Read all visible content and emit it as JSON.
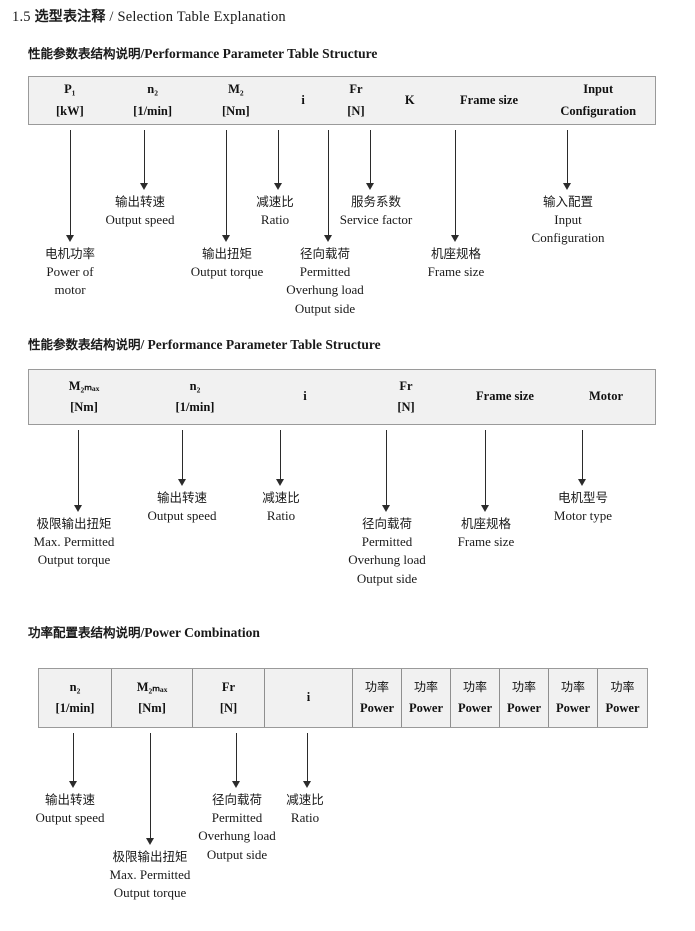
{
  "title": {
    "number": "1.5",
    "cn": "选型表注释",
    "sep": "/",
    "en": "Selection Table Explanation"
  },
  "sections": [
    {
      "heading_cn": "性能参数表结构说明",
      "heading_sep": "/",
      "heading_en": "Performance Parameter Table Structure",
      "table": {
        "columns": [
          {
            "line1": "P₁",
            "line2": "[kW]"
          },
          {
            "line1": "n₂",
            "line2": "[1/min]"
          },
          {
            "line1": "M₂",
            "line2": "[Nm]"
          },
          {
            "line1": "i",
            "line2": ""
          },
          {
            "line1": "Fr",
            "line2": "[N]"
          },
          {
            "line1": "K",
            "line2": ""
          },
          {
            "line1": "Frame size",
            "line2": ""
          },
          {
            "line1": "Input",
            "line2": "Configuration"
          }
        ]
      },
      "callouts": [
        {
          "cn": "电机功率",
          "en": [
            "Power of",
            "motor"
          ]
        },
        {
          "cn": "输出转速",
          "en": [
            "Output speed"
          ]
        },
        {
          "cn": "输出扭矩",
          "en": [
            "Output torque"
          ]
        },
        {
          "cn": "减速比",
          "en": [
            "Ratio"
          ]
        },
        {
          "cn": "径向载荷",
          "en": [
            "Permitted",
            "Overhung load",
            "Output side"
          ]
        },
        {
          "cn": "服务系数",
          "en": [
            "Service factor"
          ]
        },
        {
          "cn": "机座规格",
          "en": [
            "Frame size"
          ]
        },
        {
          "cn": "输入配置",
          "en": [
            "Input",
            "Configuration"
          ]
        }
      ]
    },
    {
      "heading_cn": "性能参数表结构说明",
      "heading_sep": "/",
      "heading_en": "Performance Parameter Table Structure",
      "table": {
        "columns": [
          {
            "line1": "M₂ₘₐₓ",
            "line2": "[Nm]"
          },
          {
            "line1": "n₂",
            "line2": "[1/min]"
          },
          {
            "line1": "i",
            "line2": ""
          },
          {
            "line1": "Fr",
            "line2": "[N]"
          },
          {
            "line1": "Frame size",
            "line2": ""
          },
          {
            "line1": "Motor",
            "line2": ""
          }
        ]
      },
      "callouts": [
        {
          "cn": "极限输出扭矩",
          "en": [
            "Max. Permitted",
            "Output  torque"
          ]
        },
        {
          "cn": "输出转速",
          "en": [
            "Output speed"
          ]
        },
        {
          "cn": "减速比",
          "en": [
            "Ratio"
          ]
        },
        {
          "cn": "径向载荷",
          "en": [
            "Permitted",
            "Overhung load",
            "Output side"
          ]
        },
        {
          "cn": "机座规格",
          "en": [
            "Frame size"
          ]
        },
        {
          "cn": "电机型号",
          "en": [
            "Motor type"
          ]
        }
      ]
    },
    {
      "heading_cn": "功率配置表结构说明",
      "heading_sep": "/",
      "heading_en": "Power Combination",
      "table": {
        "columns": [
          {
            "line1": "n₂",
            "line2": "[1/min]"
          },
          {
            "line1": "M₂ₘₐₓ",
            "line2": "[Nm]"
          },
          {
            "line1": "Fr",
            "line2": "[N]"
          },
          {
            "line1": "i",
            "line2": ""
          },
          {
            "line1": "功率",
            "line2": "Power"
          },
          {
            "line1": "功率",
            "line2": "Power"
          },
          {
            "line1": "功率",
            "line2": "Power"
          },
          {
            "line1": "功率",
            "line2": "Power"
          },
          {
            "line1": "功率",
            "line2": "Power"
          },
          {
            "line1": "功率",
            "line2": "Power"
          }
        ]
      },
      "callouts": [
        {
          "cn": "输出转速",
          "en": [
            "Output speed"
          ]
        },
        {
          "cn": "极限输出扭矩",
          "en": [
            "Max. Permitted",
            "Output  torque"
          ]
        },
        {
          "cn": "径向载荷",
          "en": [
            "Permitted",
            "Overhung load",
            "Output side"
          ]
        },
        {
          "cn": "减速比",
          "en": [
            "Ratio"
          ]
        }
      ]
    }
  ]
}
